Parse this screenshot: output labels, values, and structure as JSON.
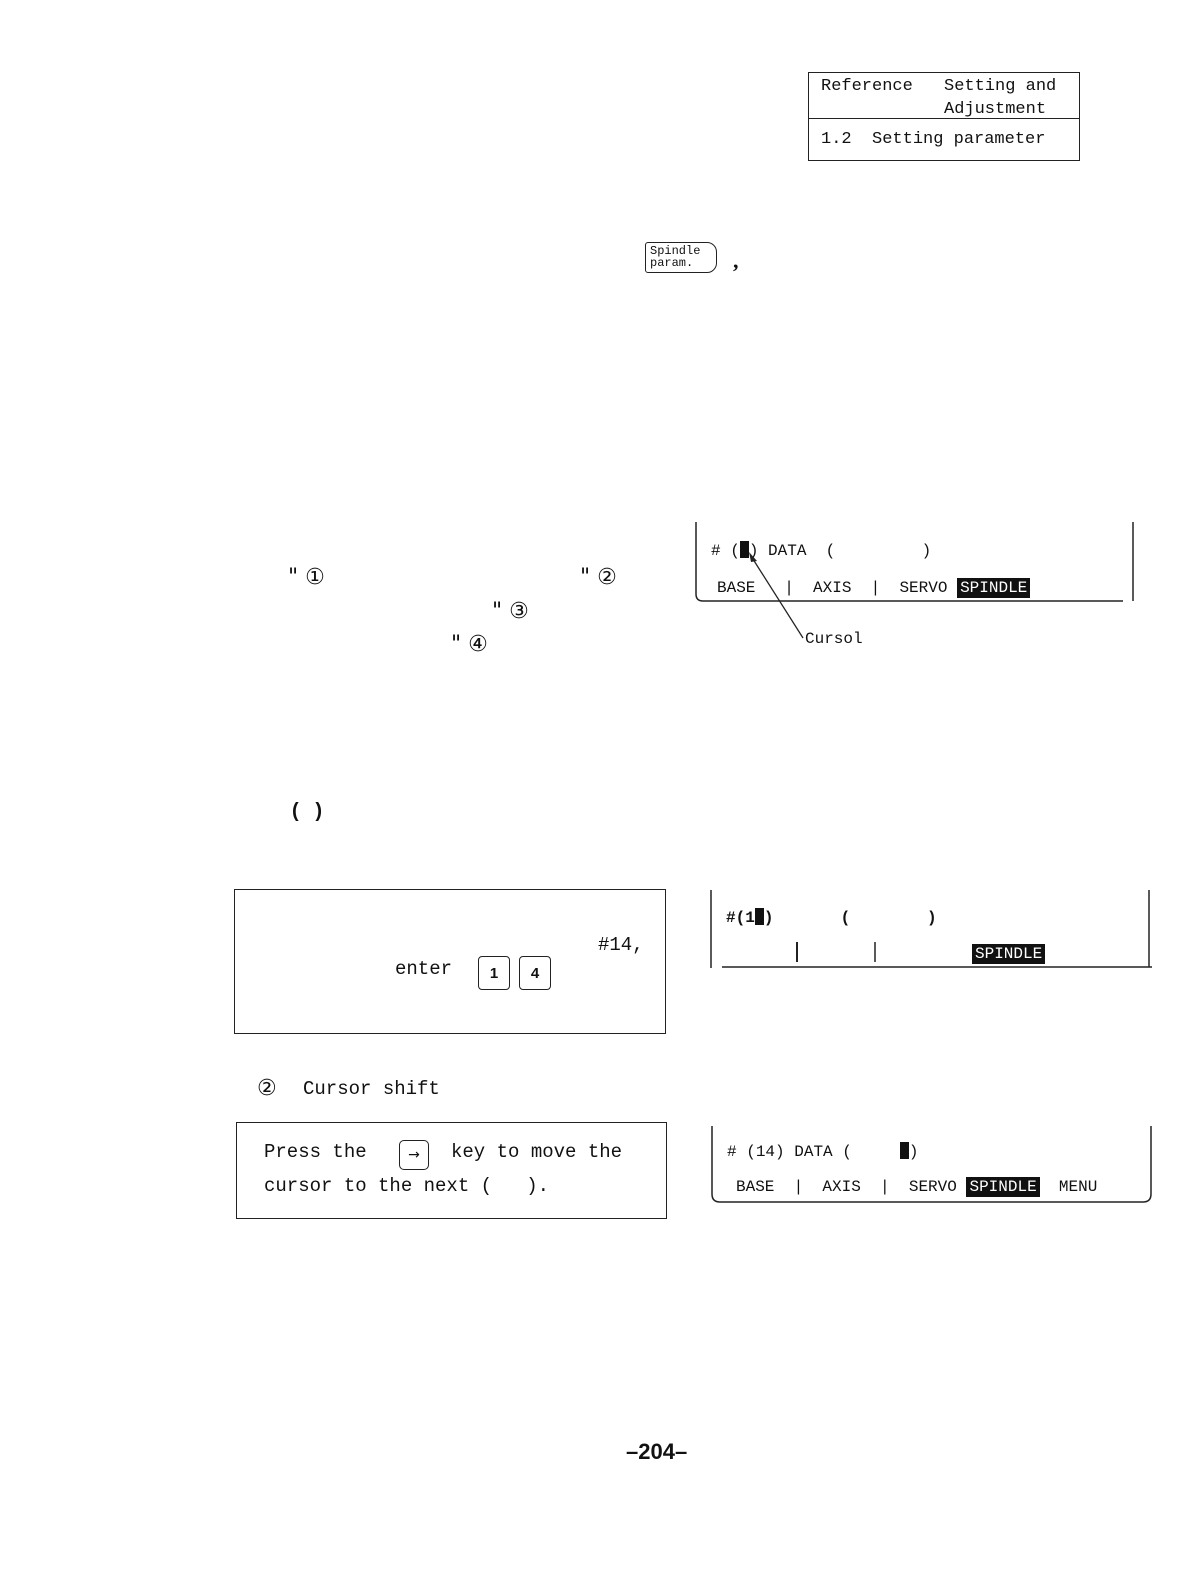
{
  "reference_box": {
    "label": "Reference",
    "heading_line1": "Setting and",
    "heading_line2": "Adjustment",
    "section": "1.2  Setting parameter"
  },
  "spindle_key": {
    "line1": "Spindle",
    "line2": "param."
  },
  "spindle_key_comma": ",",
  "markers": {
    "m1": "\" ①",
    "m2": "\" ②",
    "m3": "\" ③",
    "m4": "\" ④"
  },
  "screen1": {
    "hash": "#",
    "data_label": "DATA",
    "menu": [
      "BASE",
      "AXIS",
      "SERVO",
      "SPINDLE"
    ],
    "cursor_caption": "Cursol"
  },
  "paren_text": "(   )",
  "step1_box": {
    "line1": "#14,",
    "enter_label": "enter",
    "keys": [
      "1",
      "4"
    ]
  },
  "screen2": {
    "hash": "#(1",
    "close": ")",
    "paren": "(        )",
    "menu_active": "SPINDLE"
  },
  "step2": {
    "marker": "②",
    "title": "Cursor shift"
  },
  "step2_box": {
    "press": "Press the",
    "key_symbol": "→",
    "after_key": "key to move the",
    "line2": "cursor to the next (   )."
  },
  "screen3": {
    "hash": "#",
    "number": "(14)",
    "data_label": "DATA",
    "menu": [
      "BASE",
      "AXIS",
      "SERVO",
      "SPINDLE",
      "MENU"
    ]
  },
  "page_number": "–204–"
}
